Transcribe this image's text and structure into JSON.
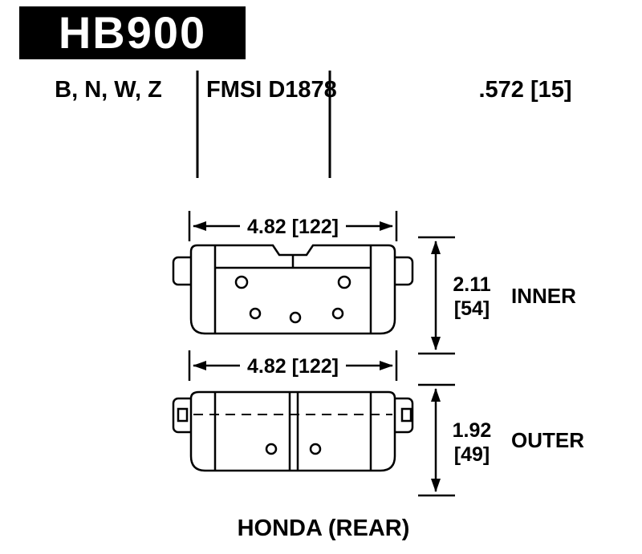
{
  "header": {
    "part_number": "HB900"
  },
  "specs": {
    "compounds": "B, N, W, Z",
    "fmsi": "FMSI D1878",
    "thickness": ".572 [15]"
  },
  "diagram": {
    "inner": {
      "width": "4.82 [122]",
      "height_in": "2.11",
      "height_mm": "[54]",
      "label": "INNER"
    },
    "outer": {
      "width": "4.82 [122]",
      "height_in": "1.92",
      "height_mm": "[49]",
      "label": "OUTER"
    },
    "application": "HONDA (REAR)"
  },
  "colors": {
    "ink": "#000000",
    "background": "#ffffff"
  }
}
